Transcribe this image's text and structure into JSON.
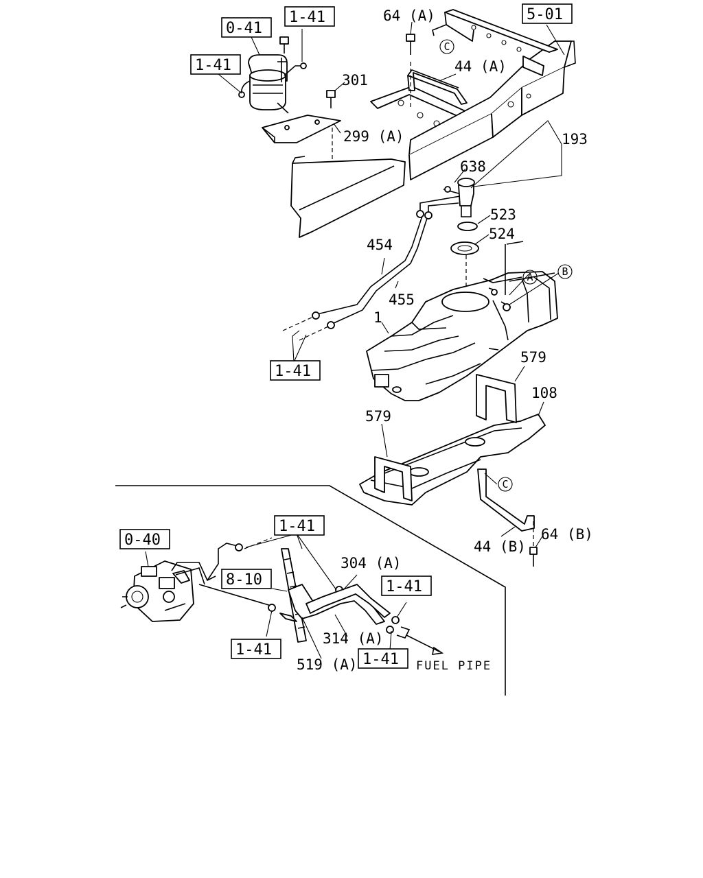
{
  "diagram": {
    "part_labels": {
      "p64a": "64 (A)",
      "p44a": "44 (A)",
      "p301": "301",
      "p299a": "299 (A)",
      "p193": "193",
      "p638": "638",
      "p523": "523",
      "p524": "524",
      "p454": "454",
      "p455": "455",
      "p1": "1",
      "p579_right": "579",
      "p108": "108",
      "p579_left": "579",
      "p44b": "44 (B)",
      "p64b": "64 (B)",
      "p304a": "304 (A)",
      "p314a": "314 (A)",
      "p519a": "519 (A)"
    },
    "reference_boxes": {
      "r041": "0-41",
      "r141_top": "1-41",
      "r141_left": "1-41",
      "r501": "5-01",
      "r141_tank": "1-41",
      "r141_bottom_top": "1-41",
      "r040": "0-40",
      "r810": "8-10",
      "r141_bottom_right": "1-41",
      "r141_bottom_left": "1-41",
      "r141_bottom_mid": "1-41"
    },
    "circled_refs": {
      "c_top": "C",
      "a": "A",
      "b": "B",
      "c_bottom": "C"
    },
    "notes": {
      "fuel_pipe": "FUEL PIPE"
    }
  }
}
